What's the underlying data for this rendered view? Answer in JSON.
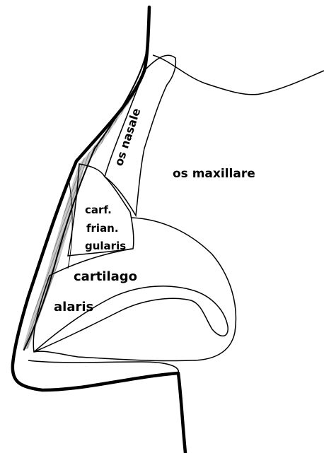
{
  "labels": {
    "os_maxillare": "os maxillare",
    "os_nasale": "os nasale",
    "cart_line1": "carf.",
    "cart_line2": "frian.",
    "cart_line3": "gularis",
    "cartilago": "cartilago",
    "alaris": "alaris"
  },
  "colors": {
    "ink": "#000000",
    "hatch": "#8a8a8a",
    "background": "#ffffff"
  }
}
